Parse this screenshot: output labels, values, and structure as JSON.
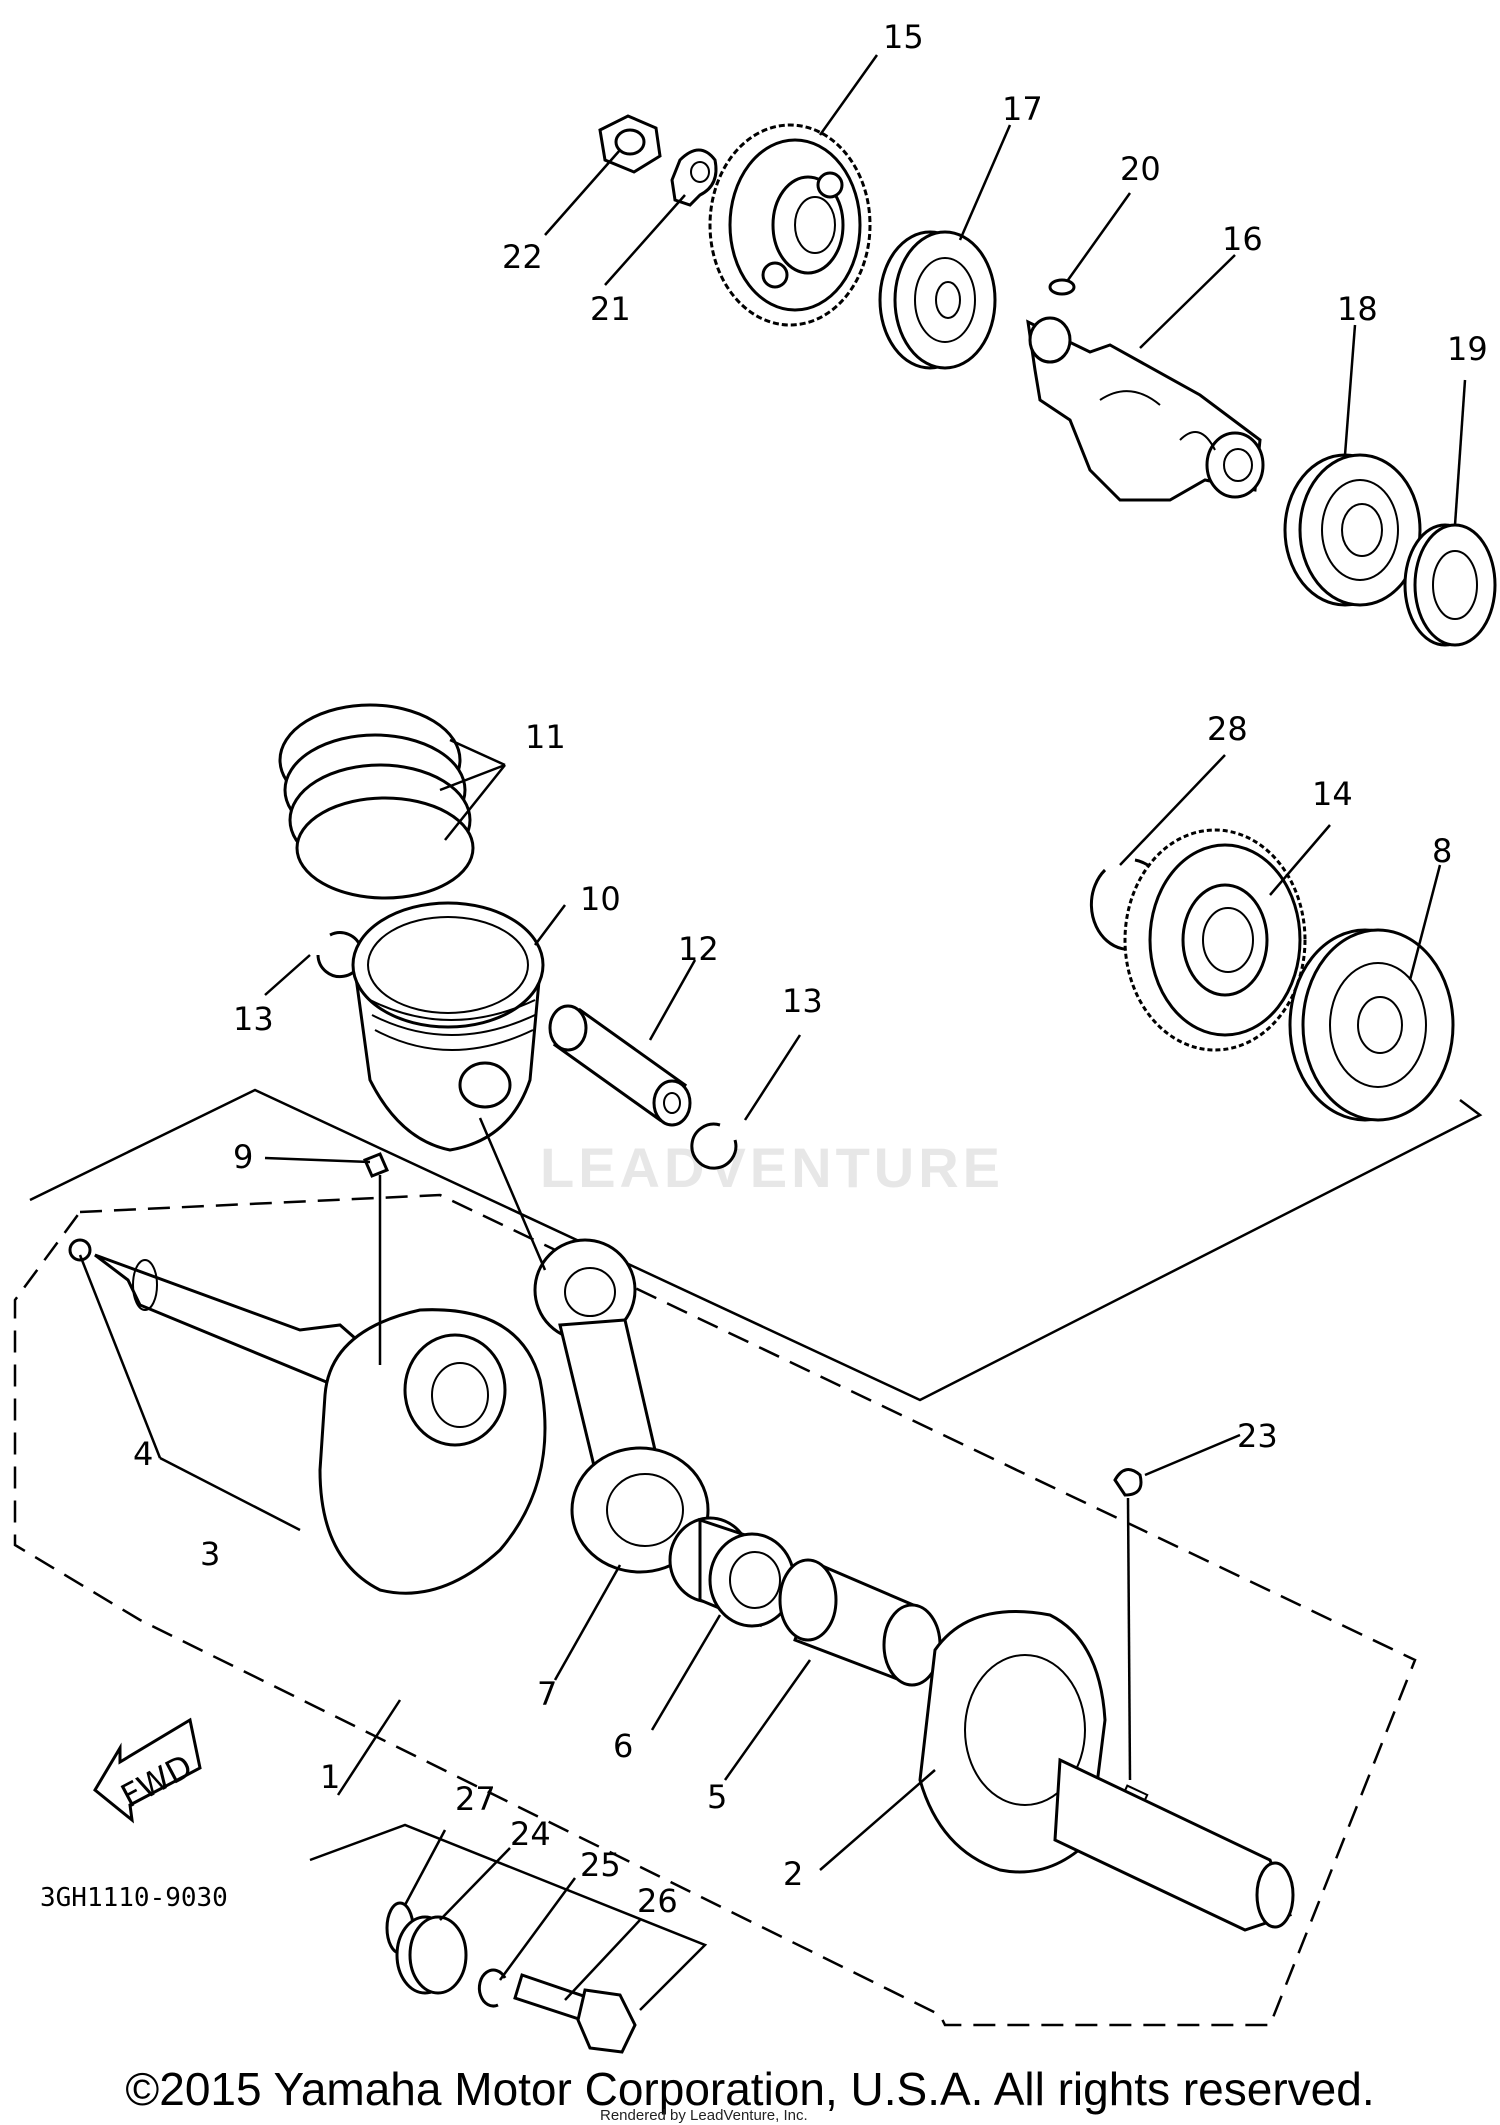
{
  "watermark": "LEADVENTURE",
  "drawing_code": "3GH1110-9030",
  "fwd_label": "FWD",
  "copyright": "©2015 Yamaha Motor Corporation, U.S.A. All rights reserved.",
  "rendered_by": "Rendered by LeadVenture, Inc.",
  "callouts": [
    {
      "n": "1"
    },
    {
      "n": "2"
    },
    {
      "n": "3"
    },
    {
      "n": "4"
    },
    {
      "n": "5"
    },
    {
      "n": "6"
    },
    {
      "n": "7"
    },
    {
      "n": "8"
    },
    {
      "n": "9"
    },
    {
      "n": "10"
    },
    {
      "n": "11"
    },
    {
      "n": "12"
    },
    {
      "n": "13"
    },
    {
      "n": "13"
    },
    {
      "n": "14"
    },
    {
      "n": "15"
    },
    {
      "n": "16"
    },
    {
      "n": "17"
    },
    {
      "n": "18"
    },
    {
      "n": "19"
    },
    {
      "n": "20"
    },
    {
      "n": "21"
    },
    {
      "n": "22"
    },
    {
      "n": "23"
    },
    {
      "n": "24"
    },
    {
      "n": "25"
    },
    {
      "n": "26"
    },
    {
      "n": "27"
    },
    {
      "n": "28"
    }
  ]
}
